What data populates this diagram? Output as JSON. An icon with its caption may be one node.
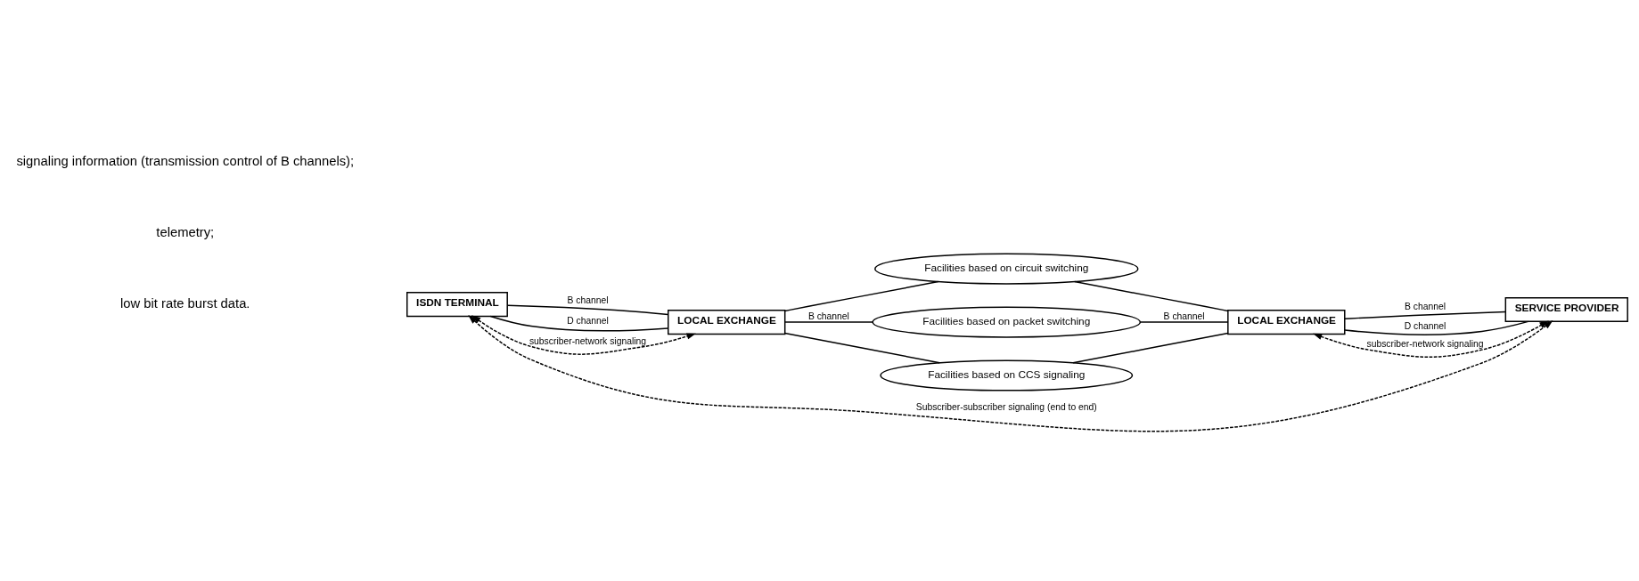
{
  "diagram": {
    "nodes": [
      {
        "text": [
          "ISDN TERMINAL"
        ]
      },
      {
        "text": [
          "LOCAL EXCHANGE"
        ]
      },
      {
        "text": [
          "Facilities based on circuit switching"
        ]
      },
      {
        "text": [
          "Facilities based on packet switching"
        ]
      },
      {
        "text": [
          "Facilities based on CCS signaling"
        ]
      },
      {
        "text": [
          "LOCAL EXCHANGE"
        ]
      },
      {
        "text": [
          "SERVICE PROVIDER"
        ]
      }
    ],
    "edges": [
      {
        "from": 0,
        "to": 1,
        "arrow": "none",
        "label": "B channel"
      },
      {
        "from": 0,
        "to": 1,
        "arrow": "none",
        "label": "D channel"
      },
      {
        "from": 1,
        "to": 2,
        "arrow": "none"
      },
      {
        "from": 1,
        "to": 3,
        "arrow": "none",
        "label": "B channel"
      },
      {
        "from": 1,
        "to": 4,
        "arrow": "none"
      },
      {
        "from": 2,
        "to": 5,
        "arrow": "none"
      },
      {
        "from": 3,
        "to": 5,
        "arrow": "none",
        "label": "B channel"
      },
      {
        "from": 4,
        "to": 5,
        "arrow": "none"
      },
      {
        "from": 5,
        "to": 6,
        "arrow": "none",
        "label": "B channel"
      },
      {
        "from": 5,
        "to": 6,
        "arrow": "none",
        "label": "D channel"
      },
      {
        "from": 0,
        "to": 1,
        "arrow": "both",
        "style": "dashed",
        "label": "subscriber-network signaling"
      },
      {
        "from": 5,
        "to": 6,
        "arrow": "both",
        "style": "dashed",
        "label": "subscriber-network signaling"
      },
      {
        "from": 0,
        "to": 6,
        "arrow": "both",
        "style": "dashed",
        "label": "Subscriber-subscriber signaling (end to end)"
      }
    ],
    "labels": [
      "signaling information (transmission control of B channels);",
      "telemetry;",
      "low bit rate burst data."
    ]
  }
}
